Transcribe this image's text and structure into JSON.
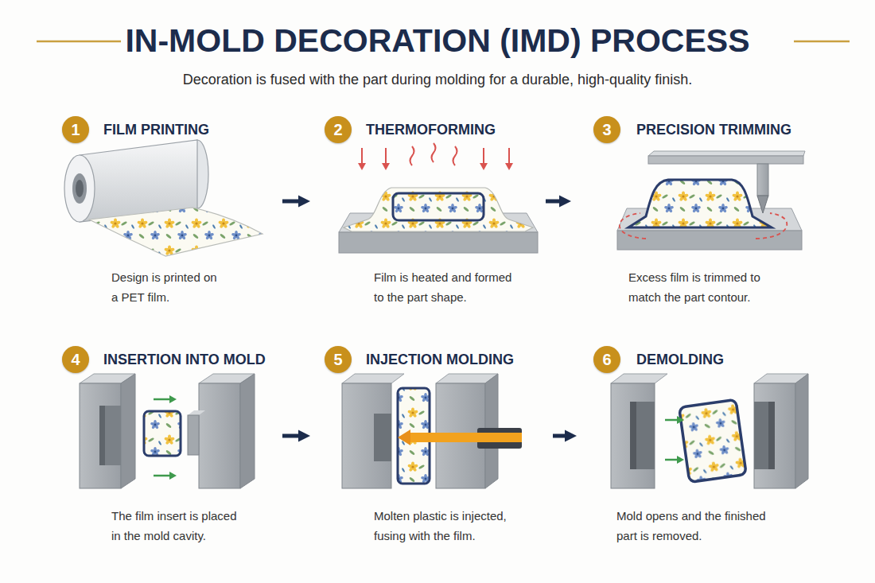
{
  "diagram": {
    "title": "IN-MOLD DECORATION (IMD) PROCESS",
    "caption": "Decoration is fused with the part during molding for a durable, high-quality finish.",
    "nodes": [
      {
        "text": [
          "FILM PRINTING",
          "Design is printed on a PET film."
        ]
      },
      {
        "text": [
          "1"
        ],
        "in": 0
      },
      {
        "text": [
          "THERMOFORMING",
          "Film is heated and formed to the part shape."
        ]
      },
      {
        "text": [
          "2"
        ],
        "in": 2
      },
      {
        "text": [
          "PRECISION TRIMMING",
          "Excess film is trimmed to match the part contour."
        ]
      },
      {
        "text": [
          "3"
        ],
        "in": 4
      },
      {
        "text": [
          "INSERTION INTO MOLD",
          "The film insert is placed in the mold cavity."
        ]
      },
      {
        "text": [
          "4"
        ],
        "in": 6
      },
      {
        "text": [
          "INJECTION MOLDING",
          "Molten plastic is injected, fusing with the film."
        ]
      },
      {
        "text": [
          "5"
        ],
        "in": 8
      },
      {
        "text": [
          "DEMOLDING",
          "Mold opens and the finished part is removed."
        ]
      },
      {
        "text": [
          "6"
        ],
        "in": 10
      }
    ],
    "edges": [
      {
        "from": 0,
        "to": 2,
        "arrow": "to"
      },
      {
        "from": 2,
        "to": 4,
        "arrow": "to"
      },
      {
        "from": 6,
        "to": 8,
        "arrow": "to"
      },
      {
        "from": 8,
        "to": 10,
        "arrow": "to"
      }
    ]
  }
}
